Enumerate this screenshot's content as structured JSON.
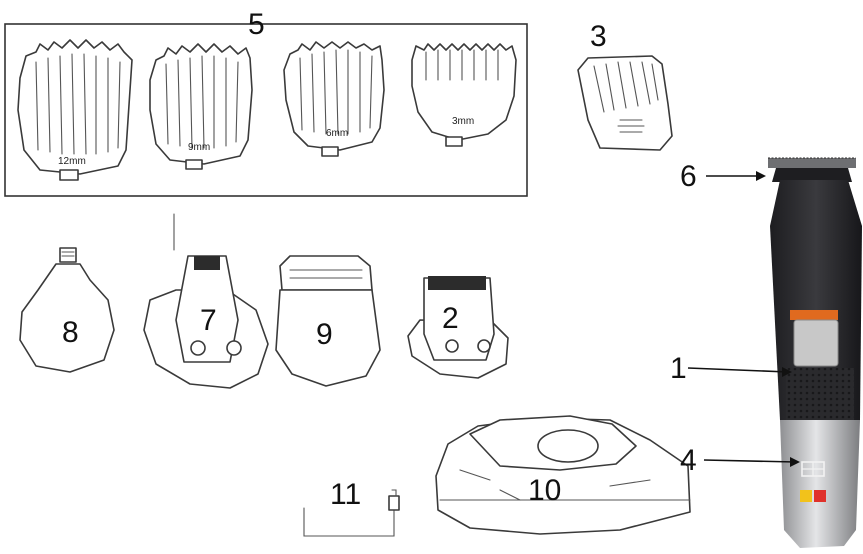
{
  "callouts": {
    "n1": "1",
    "n2": "2",
    "n3": "3",
    "n4": "4",
    "n5": "5",
    "n6": "6",
    "n7": "7",
    "n8": "8",
    "n9": "9",
    "n10": "10",
    "n11": "11"
  },
  "combs": {
    "c12": "12mm",
    "c9": "9mm",
    "c6": "6mm",
    "c3": "3mm"
  },
  "colors": {
    "body": "#2b2b2e",
    "accent": "#e06a1f",
    "button": "#c8c8c8",
    "steel": "#c9cacc",
    "indicator_yellow": "#f2c21b",
    "indicator_red": "#e0312b"
  }
}
